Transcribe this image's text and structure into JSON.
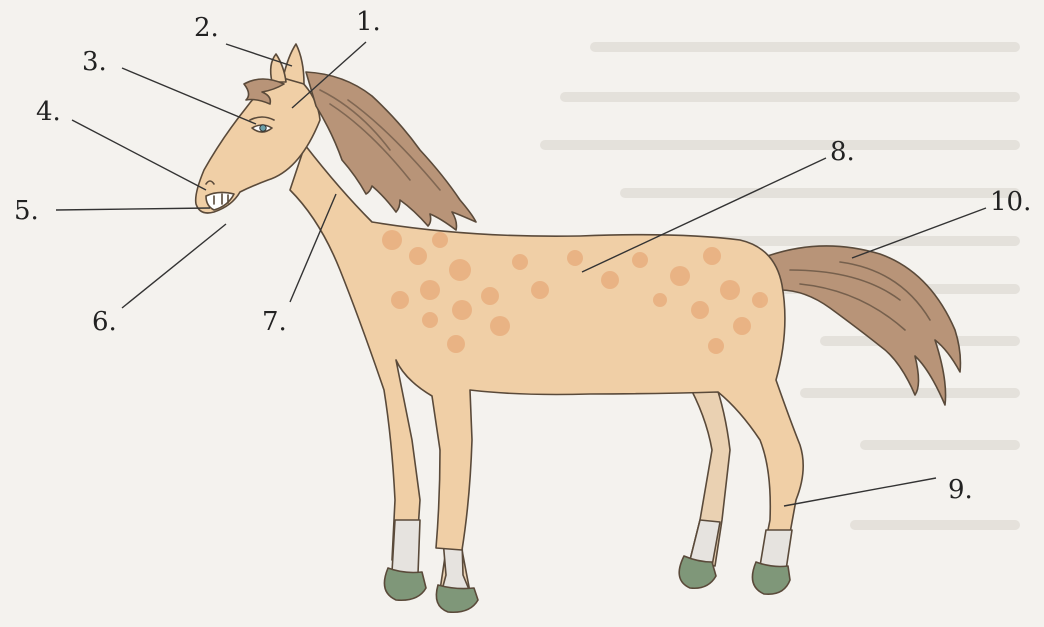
{
  "diagram": {
    "callouts": [
      {
        "id": "1",
        "label": "1."
      },
      {
        "id": "2",
        "label": "2."
      },
      {
        "id": "3",
        "label": "3."
      },
      {
        "id": "4",
        "label": "4."
      },
      {
        "id": "5",
        "label": "5."
      },
      {
        "id": "6",
        "label": "6."
      },
      {
        "id": "7",
        "label": "7."
      },
      {
        "id": "8",
        "label": "8."
      },
      {
        "id": "9",
        "label": "9."
      },
      {
        "id": "10",
        "label": "10."
      }
    ],
    "colors": {
      "coat": "#f0cfa6",
      "spots": "#e7a877",
      "mane": "#b89478",
      "hoof": "#7f9779",
      "lower_leg": "#e6e3df",
      "outline": "#5a4a3a"
    }
  }
}
